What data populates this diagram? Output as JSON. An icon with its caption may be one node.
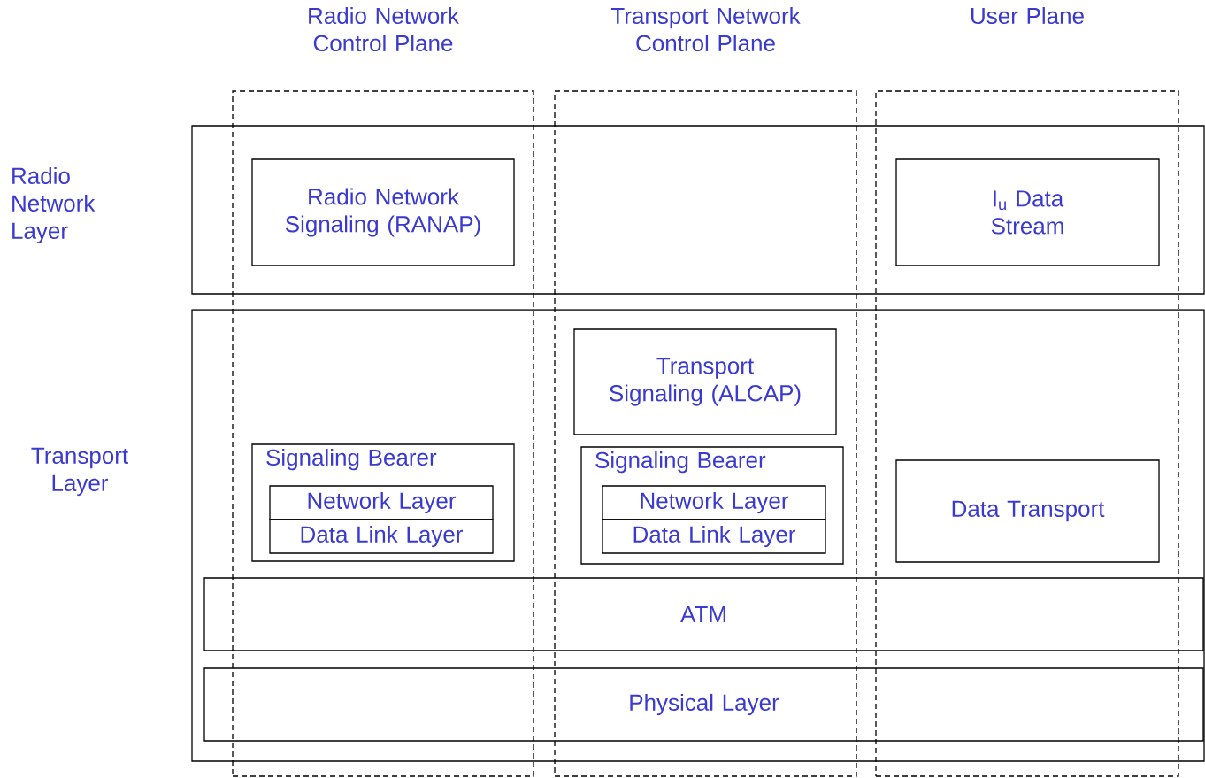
{
  "diagram": {
    "nodes": [
      {
        "text": [
          "Radio Network Control Plane"
        ]
      },
      {
        "text": [
          "Transport Network Control Plane"
        ]
      },
      {
        "text": [
          "User Plane"
        ]
      },
      {
        "text": [
          "Radio Network Layer"
        ]
      },
      {
        "text": [
          "Transport Layer"
        ]
      },
      {
        "text": [
          "Radio Network Signaling (RANAP)"
        ]
      },
      {
        "text": [
          "I$_{u}$ Data Stream"
        ]
      },
      {
        "text": [
          "Transport Signaling (ALCAP)"
        ]
      },
      {
        "text": [
          "Signaling Bearer"
        ]
      },
      {
        "text": [
          "Network Layer"
        ],
        "in": 8
      },
      {
        "text": [
          "Data Link Layer"
        ],
        "in": 8
      },
      {
        "text": [
          "Signaling Bearer"
        ]
      },
      {
        "text": [
          "Network Layer"
        ],
        "in": 11
      },
      {
        "text": [
          "Data Link Layer"
        ],
        "in": 11
      },
      {
        "text": [
          "Data Transport"
        ]
      },
      {
        "text": [
          "ATM"
        ],
        "in": 4
      },
      {
        "text": [
          "Physical Layer"
        ],
        "in": 4
      }
    ]
  }
}
